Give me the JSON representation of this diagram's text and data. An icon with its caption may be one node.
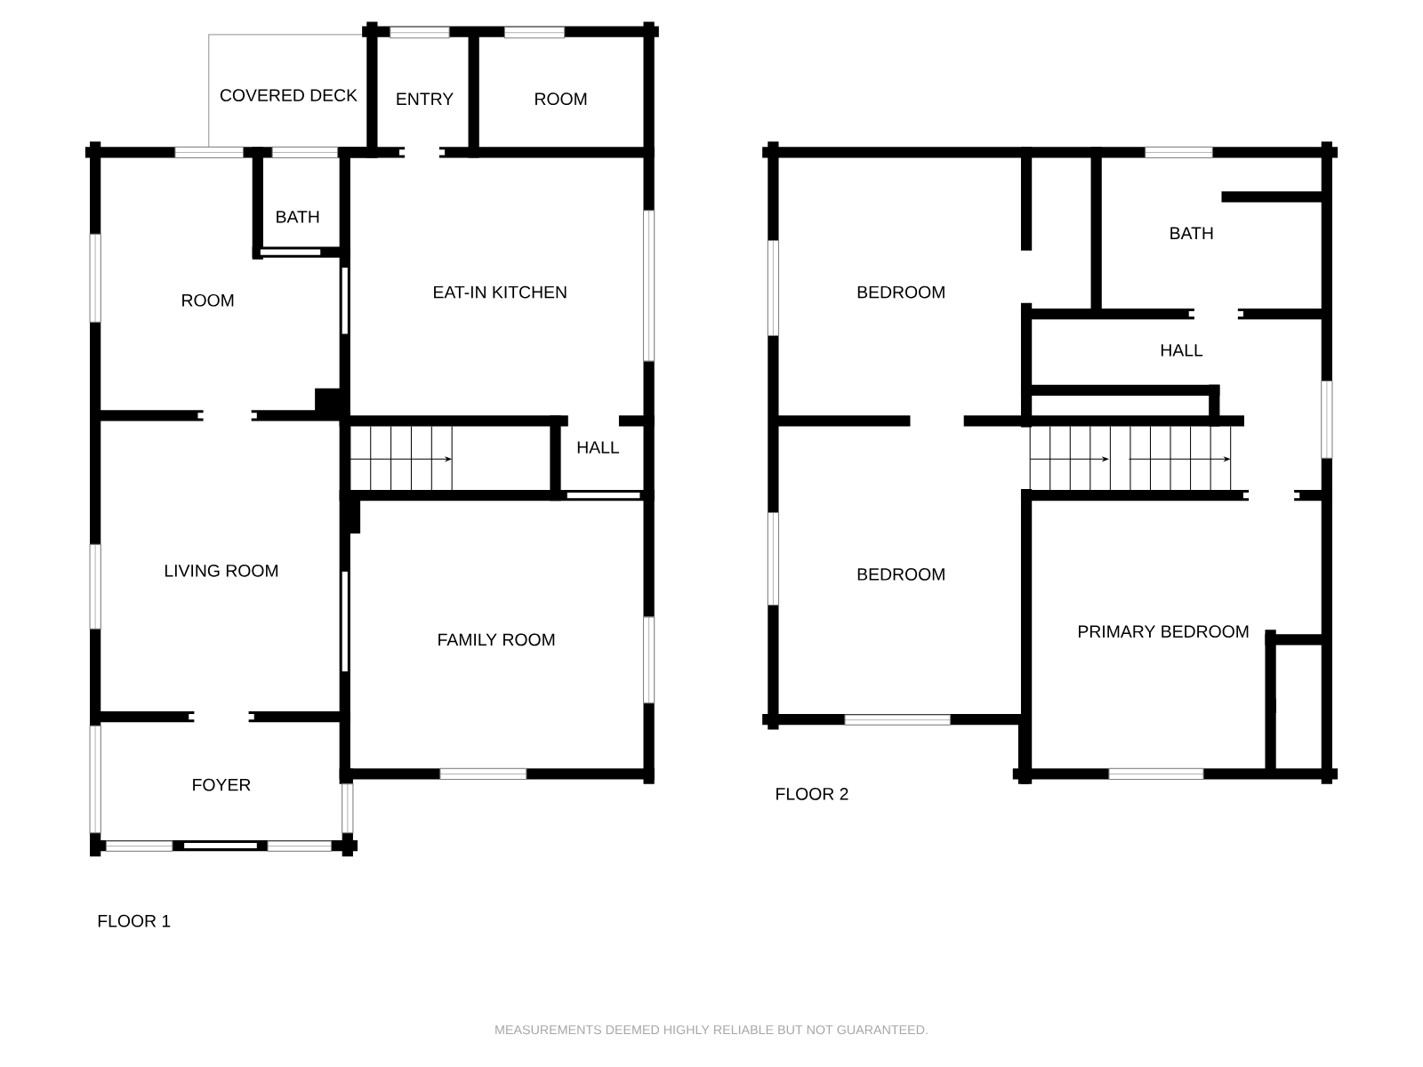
{
  "diagram": {
    "labels": [
      "COVERED DECK",
      "ENTRY",
      "ROOM",
      "BATH",
      "ROOM",
      "EAT-IN KITCHEN",
      "HALL",
      "LIVING ROOM",
      "FAMILY ROOM",
      "FOYER",
      "FLOOR 1",
      "BEDROOM",
      "BATH",
      "HALL",
      "BEDROOM",
      "PRIMARY BEDROOM",
      "FLOOR 2",
      "MEASUREMENTS DEEMED HIGHLY RELIABLE BUT NOT GUARANTEED."
    ]
  }
}
